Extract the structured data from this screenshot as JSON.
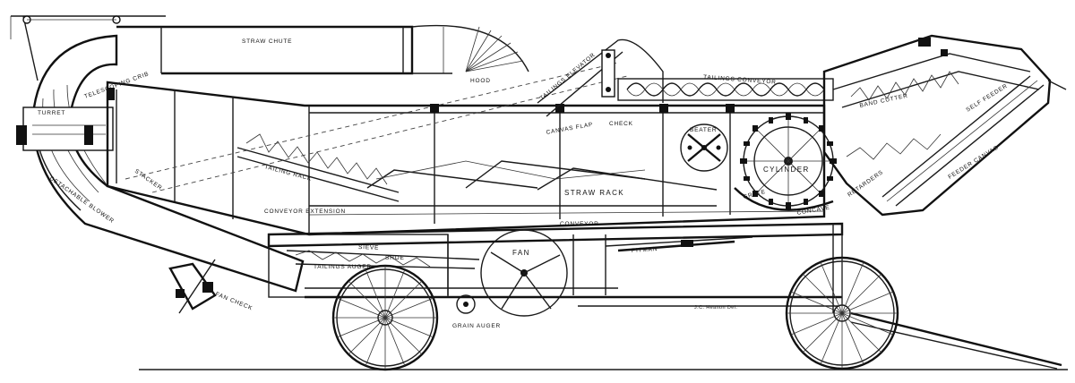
{
  "labels": {
    "straw_chute": "Straw Chute",
    "hood": "Hood",
    "tailings_conveyor": "Tailings Conveyor",
    "tailings_elevator": "Tailings Elevator",
    "telescoping_crib": "Telescoping Crib",
    "turret": "Turret",
    "stacker": "Stacker",
    "detachable_blower": "Detachable Blower",
    "beater": "Beater",
    "check": "Check",
    "canvas_flap": "Canvas Flap",
    "cylinder": "Cylinder",
    "band_cutter": "Band Cutter",
    "feeder_canvas": "Feeder Canvas",
    "retarders": "Retarders",
    "straw_rack": "Straw Rack",
    "tailing_rack": "Tailing Rack",
    "conveyor_extension": "Conveyor Extension",
    "conveyor": "Conveyor",
    "grate": "Grate",
    "concave": "Concave",
    "sieve": "Sieve",
    "shoe": "Shoe",
    "fan": "Fan",
    "tailings_auger": "Tailings Auger",
    "grain_auger": "Grain Auger",
    "pitman": "Pitman",
    "fan_check": "Fan Check",
    "self_feeder": "Self Feeder"
  },
  "credit": "J.C. Heanon Del."
}
